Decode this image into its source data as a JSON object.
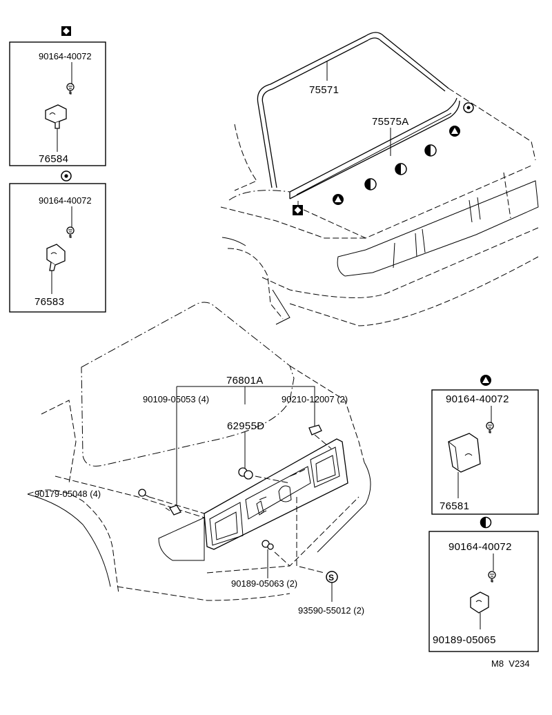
{
  "title_code": "M8  V234",
  "inset_top_left": {
    "symbol": "diamond",
    "screw": "90164-40072",
    "part": "76584"
  },
  "inset_mid_left": {
    "symbol": "circle-dot",
    "screw": "90164-40072",
    "part": "76583"
  },
  "inset_right_upper": {
    "symbol": "triangle",
    "screw": "90164-40072",
    "part": "76581"
  },
  "inset_right_lower": {
    "symbol": "half-circle",
    "screw": "90164-40072",
    "part": "90189-05065"
  },
  "upper_view": {
    "moulding": "75571",
    "spoiler": "75575A"
  },
  "lower_view": {
    "garnish": "76801A",
    "emblem": "62955D",
    "screw_a": "90109-05053 (4)",
    "nut_b": "90210-12007 (2)",
    "screw_c": "90179-05048 (4)",
    "screw_d": "90189-05063 (2)",
    "clip_s": "93590-55012 (2)",
    "s_symbol": "S"
  }
}
